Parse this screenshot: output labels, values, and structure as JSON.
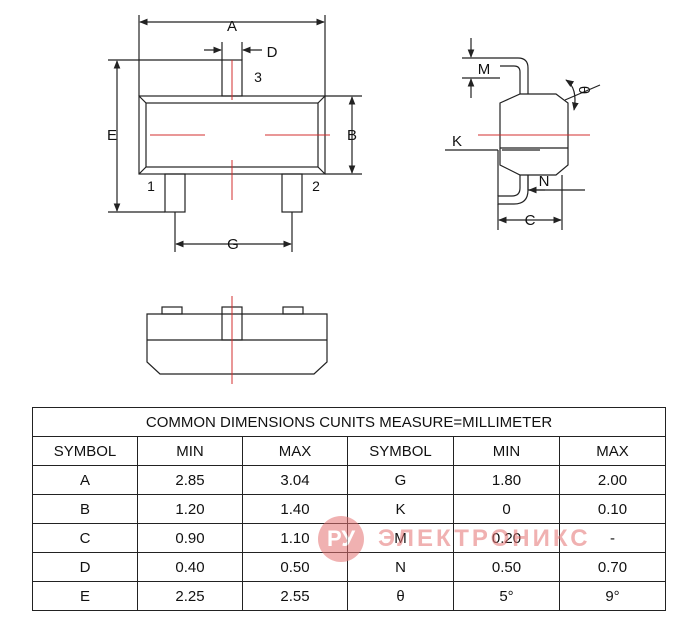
{
  "drawing": {
    "labels": {
      "A": "A",
      "D": "D",
      "pin3": "3",
      "E": "E",
      "B": "B",
      "pin1": "1",
      "pin2": "2",
      "G": "G",
      "M": "M",
      "theta": "θ",
      "K": "K",
      "N": "N",
      "C": "C"
    }
  },
  "table": {
    "title": "COMMON DIMENSIONS CUNITS MEASURE=MILLIMETER",
    "headers": [
      "SYMBOL",
      "MIN",
      "MAX",
      "SYMBOL",
      "MIN",
      "MAX"
    ],
    "rows": [
      [
        "A",
        "2.85",
        "3.04",
        "G",
        "1.80",
        "2.00"
      ],
      [
        "B",
        "1.20",
        "1.40",
        "K",
        "0",
        "0.10"
      ],
      [
        "C",
        "0.90",
        "1.10",
        "M",
        "0.20",
        "-"
      ],
      [
        "D",
        "0.40",
        "0.50",
        "N",
        "0.50",
        "0.70"
      ],
      [
        "E",
        "2.25",
        "2.55",
        "θ",
        "5°",
        "9°"
      ]
    ]
  },
  "watermark": {
    "logo": "РУ",
    "text": "ЭЛЕКТРОНИКС",
    "color": "#e57373"
  },
  "colors": {
    "line": "#222222",
    "centerline": "#d32f2f"
  }
}
